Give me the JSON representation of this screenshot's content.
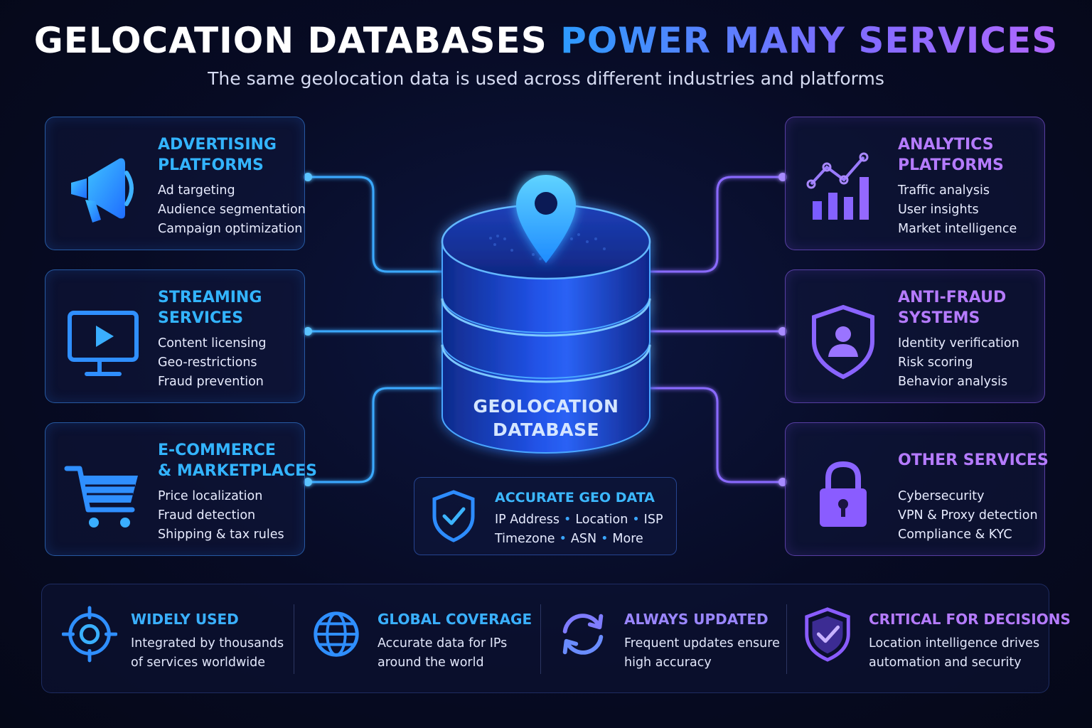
{
  "header": {
    "title_part1": "GELOCATION DATABASES",
    "title_part2": "POWER MANY SERVICES",
    "subtitle": "The same geolocation data is used across different industries and platforms"
  },
  "left_cards": [
    {
      "title": [
        "ADVERTISING",
        "PLATFORMS"
      ],
      "items": [
        "Ad targeting",
        "Audience segmentation",
        "Campaign optimization"
      ],
      "icon": "megaphone-icon"
    },
    {
      "title": [
        "STREAMING",
        "SERVICES"
      ],
      "items": [
        "Content licensing",
        "Geo-restrictions",
        "Fraud prevention"
      ],
      "icon": "monitor-play-icon"
    },
    {
      "title": [
        "E-COMMERCE",
        "& MARKETPLACES"
      ],
      "items": [
        "Price localization",
        "Fraud detection",
        "Shipping & tax rules"
      ],
      "icon": "shopping-cart-icon"
    }
  ],
  "right_cards": [
    {
      "title": [
        "ANALYTICS",
        "PLATFORMS"
      ],
      "items": [
        "Traffic analysis",
        "User insights",
        "Market intelligence"
      ],
      "icon": "bar-chart-icon"
    },
    {
      "title": [
        "ANTI-FRAUD",
        "SYSTEMS"
      ],
      "items": [
        "Identity verification",
        "Risk scoring",
        "Behavior analysis"
      ],
      "icon": "shield-user-icon"
    },
    {
      "title": [
        "OTHER SERVICES"
      ],
      "items": [
        "Cybersecurity",
        "VPN & Proxy detection",
        "Compliance & KYC"
      ],
      "icon": "padlock-icon"
    }
  ],
  "database": {
    "label_line1": "GEOLOCATION",
    "label_line2": "DATABASE",
    "icon": "location-pin-icon"
  },
  "geo_data": {
    "title": "ACCURATE GEO DATA",
    "row1": [
      "IP Address",
      "Location",
      "ISP"
    ],
    "row2": [
      "Timezone",
      "ASN",
      "More"
    ],
    "separator": "•",
    "icon": "shield-check-icon"
  },
  "features": [
    {
      "title": "WIDELY USED",
      "desc": [
        "Integrated by thousands",
        "of services worldwide"
      ],
      "icon": "target-icon",
      "color": "#3ab0ff"
    },
    {
      "title": "GLOBAL COVERAGE",
      "desc": [
        "Accurate data for IPs",
        "around the world"
      ],
      "icon": "globe-icon",
      "color": "#3ab0ff"
    },
    {
      "title": "ALWAYS UPDATED",
      "desc": [
        "Frequent updates ensure",
        "high accuracy"
      ],
      "icon": "refresh-icon",
      "color": "#9a86ff"
    },
    {
      "title": "CRITICAL FOR DECISIONS",
      "desc": [
        "Location intelligence drives",
        "automation and security"
      ],
      "icon": "shield-check-icon",
      "color": "#b57bff"
    }
  ],
  "colors": {
    "blue_accent": "#33b4ff",
    "purple_accent": "#b57bff",
    "background": "#070b24"
  }
}
